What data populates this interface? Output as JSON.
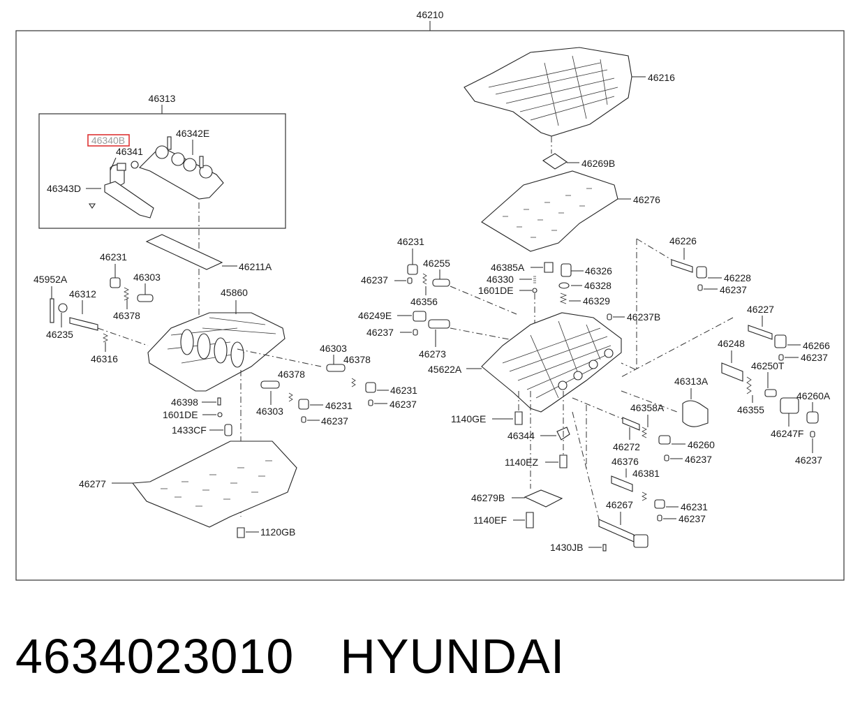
{
  "diagram": {
    "root_label": "46210",
    "subassembly_label": "46313",
    "highlighted_part": "46340B",
    "labels": {
      "l46342E": "46342E",
      "l46341": "46341",
      "l46343D": "46343D",
      "l46211A": "46211A",
      "l46231_a": "46231",
      "l46303_a": "46303",
      "l45952A": "45952A",
      "l46312": "46312",
      "l46378_a": "46378",
      "l46235": "46235",
      "l45860": "45860",
      "l46316": "46316",
      "l46398": "46398",
      "l1601DE_a": "1601DE",
      "l1433CF": "1433CF",
      "l46303_b": "46303",
      "l46378_b": "46378",
      "l46231_b": "46231",
      "l46237_b": "46237",
      "l46378_c": "46378",
      "l46303_c": "46303",
      "l46231_c": "46231",
      "l46237_c": "46237",
      "l46277": "46277",
      "l1120GB": "1120GB",
      "l46216": "46216",
      "l46269B": "46269B",
      "l46276": "46276",
      "l46231_d": "46231",
      "l46255": "46255",
      "l46237_d": "46237",
      "l46356": "46356",
      "l46385A": "46385A",
      "l46326": "46326",
      "l46330": "46330",
      "l46328": "46328",
      "l1601DE_b": "1601DE",
      "l46329": "46329",
      "l46249E": "46249E",
      "l46237_e": "46237",
      "l46273": "46273",
      "l46237B": "46237B",
      "l45622A": "45622A",
      "l46226": "46226",
      "l46228": "46228",
      "l46237_f": "46237",
      "l46227": "46227",
      "l46266": "46266",
      "l46237_g": "46237",
      "l46248": "46248",
      "l46250T": "46250T",
      "l46313A": "46313A",
      "l46355": "46355",
      "l46260A": "46260A",
      "l46247F": "46247F",
      "l46237_h": "46237",
      "l1140GE": "1140GE",
      "l46358A": "46358A",
      "l46344": "46344",
      "l46272": "46272",
      "l46260": "46260",
      "l46237_i": "46237",
      "l1140EZ": "1140EZ",
      "l46376": "46376",
      "l46381": "46381",
      "l46279B": "46279B",
      "l46231_e": "46231",
      "l46237_j": "46237",
      "l1140EF": "1140EF",
      "l46267": "46267",
      "l1430JB": "1430JB"
    }
  },
  "footer": {
    "part_number": "4634023010",
    "brand": "HYUNDAI"
  }
}
